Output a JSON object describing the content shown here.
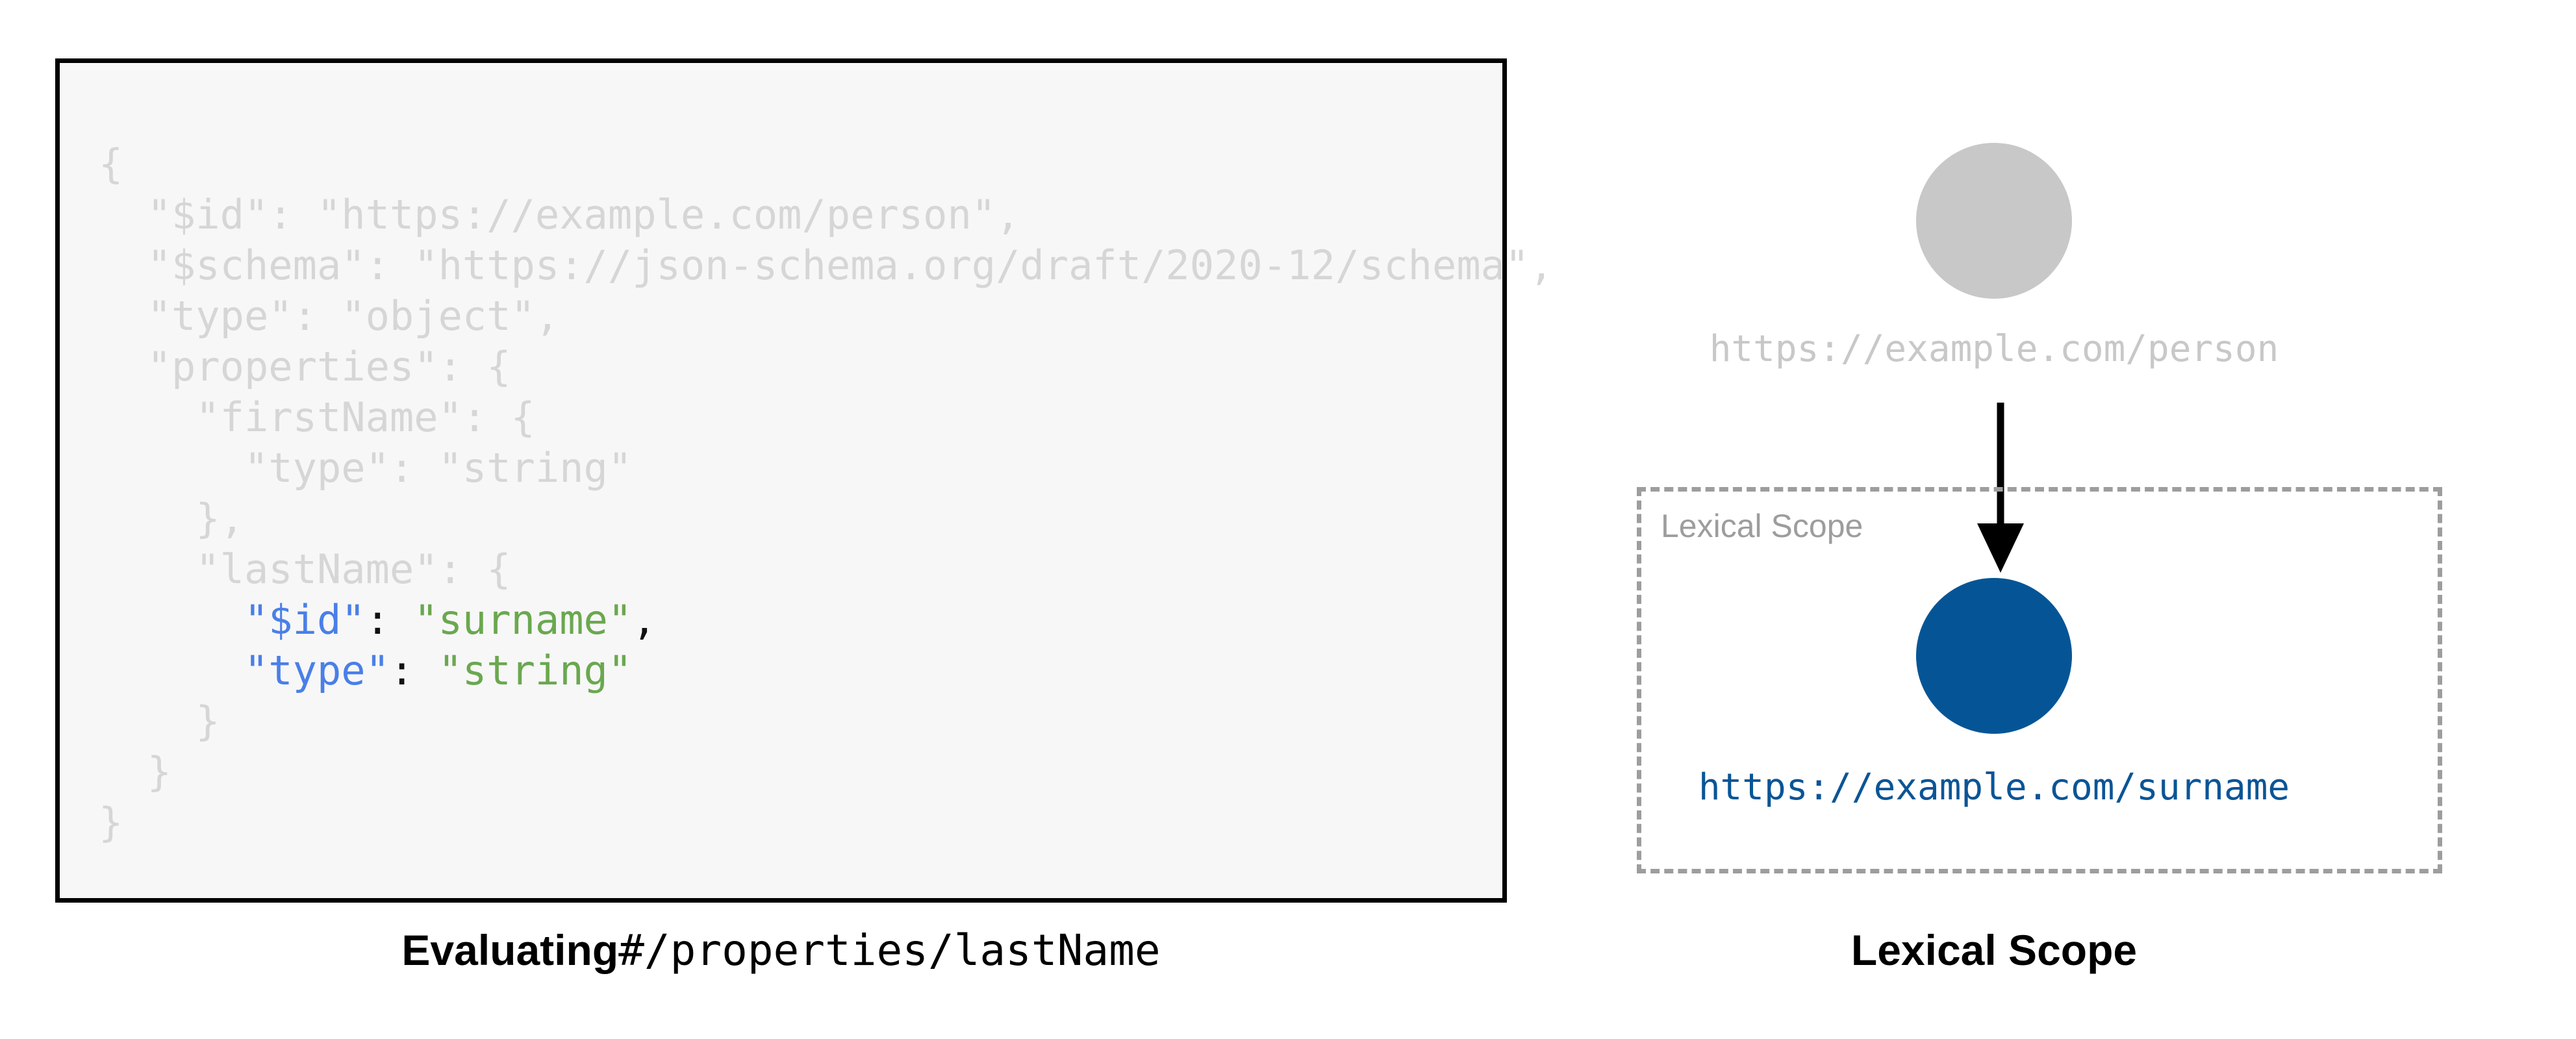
{
  "code_panel": {
    "background_color": "#f7f7f7",
    "border_color": "#000000",
    "dim_color": "#d6d6d6",
    "key_color": "#4a7fe8",
    "string_color": "#6aa84f",
    "punct_color": "#111111",
    "lines": [
      {
        "text": "{",
        "highlighted": false
      },
      {
        "text": "  \"$id\": \"https://example.com/person\",",
        "highlighted": false
      },
      {
        "text": "  \"$schema\": \"https://json-schema.org/draft/2020-12/schema\",",
        "highlighted": false
      },
      {
        "text": "  \"type\": \"object\",",
        "highlighted": false
      },
      {
        "text": "  \"properties\": {",
        "highlighted": false
      },
      {
        "text": "    \"firstName\": {",
        "highlighted": false
      },
      {
        "text": "      \"type\": \"string\"",
        "highlighted": false
      },
      {
        "text": "    },",
        "highlighted": false
      },
      {
        "text": "    \"lastName\": {",
        "highlighted": false
      },
      {
        "text": "      \"$id\": \"surname\",",
        "highlighted": true,
        "tokens": [
          {
            "t": "      ",
            "c": "plain"
          },
          {
            "t": "\"$id\"",
            "c": "key"
          },
          {
            "t": ": ",
            "c": "punct"
          },
          {
            "t": "\"surname\"",
            "c": "str"
          },
          {
            "t": ",",
            "c": "punct"
          }
        ]
      },
      {
        "text": "      \"type\": \"string\"",
        "highlighted": true,
        "tokens": [
          {
            "t": "      ",
            "c": "plain"
          },
          {
            "t": "\"type\"",
            "c": "key"
          },
          {
            "t": ": ",
            "c": "punct"
          },
          {
            "t": "\"string\"",
            "c": "str"
          }
        ]
      },
      {
        "text": "    }",
        "highlighted": false
      },
      {
        "text": "  }",
        "highlighted": false
      },
      {
        "text": "}",
        "highlighted": false
      }
    ]
  },
  "caption_left": {
    "bold_part": "Evaluating",
    "mono_part": "#/properties/lastName"
  },
  "diagram": {
    "root_node": {
      "label": "https://example.com/person",
      "circle_color": "#c8c8c8",
      "label_color": "#c8c8c8"
    },
    "arrow": {
      "icon": "arrow-down-icon",
      "color": "#000000"
    },
    "lexical_scope_box": {
      "label": "Lexical Scope",
      "border_color": "#9d9d9d",
      "border_style": "dashed"
    },
    "scope_node": {
      "label": "https://example.com/surname",
      "circle_color": "#055596",
      "label_color": "#0a5596"
    }
  },
  "caption_right": {
    "text": "Lexical Scope"
  }
}
